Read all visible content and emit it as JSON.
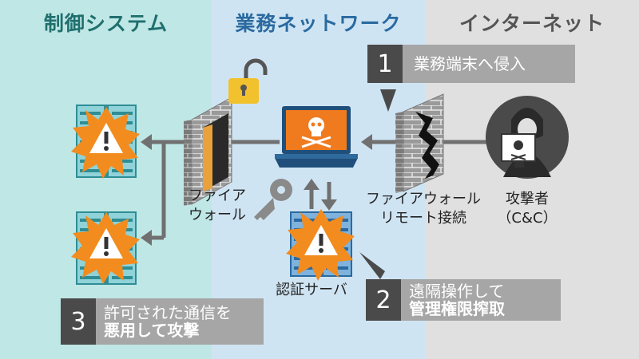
{
  "zones": {
    "control": {
      "title": "制御システム",
      "color": "#bfe7e5"
    },
    "business": {
      "title": "業務ネットワーク",
      "color": "#cfe4f3"
    },
    "internet": {
      "title": "インターネット",
      "color": "#e0e0e0"
    }
  },
  "steps": [
    {
      "number": "1",
      "text": "業務端末へ侵入"
    },
    {
      "number": "2",
      "line1": "遠隔操作して",
      "line2": "管理権限搾取"
    },
    {
      "number": "3",
      "line1": "許可された通信を",
      "line2": "悪用して攻撃"
    }
  ],
  "labels": {
    "firewall_left_1": "ファイア",
    "firewall_left_2": "ウォール",
    "firewall_right_1": "ファイアウォール",
    "firewall_right_2": "リモート接続",
    "attacker_1": "攻撃者",
    "attacker_2": "（C&C）",
    "auth_server": "認証サーバ"
  },
  "icons": {
    "padlock": "padlock-open-icon",
    "key": "key-icon",
    "laptop": "laptop-skull-icon",
    "hacker": "hacker-icon",
    "warning": "warning-icon"
  },
  "colors": {
    "brick": "#8a8a8a",
    "skull_bg": "#f07a1e",
    "warning_burst": "#f28c1e",
    "callout_number": "#4a4a4a",
    "callout_text": "#a6a6a6",
    "arrow": "#707070"
  }
}
